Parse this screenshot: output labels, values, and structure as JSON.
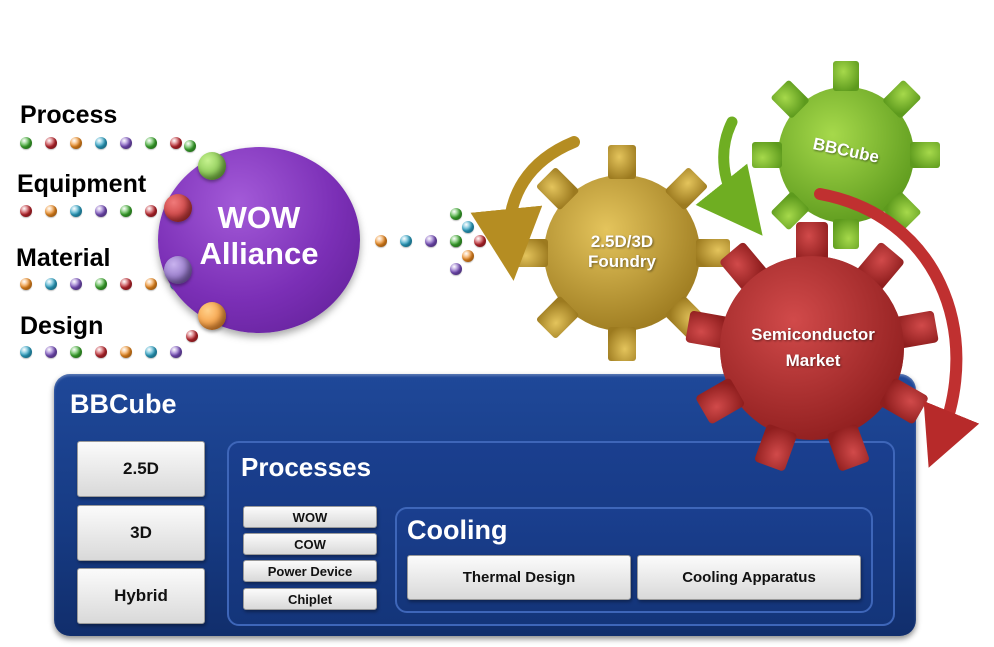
{
  "inputs": [
    {
      "label": "Process"
    },
    {
      "label": "Equipment"
    },
    {
      "label": "Material"
    },
    {
      "label": "Design"
    }
  ],
  "alliance": {
    "line1": "WOW",
    "line2": "Alliance"
  },
  "gears": {
    "foundry": {
      "line1": "2.5D/3D",
      "line2": "Foundry",
      "color": "#c2a03a"
    },
    "bbcube": {
      "label": "BBCube",
      "color": "#7ab52a"
    },
    "market": {
      "line1": "Semiconductor",
      "line2": "Market",
      "color": "#b82e2e"
    }
  },
  "panel": {
    "title": "BBCube",
    "types": [
      "2.5D",
      "3D",
      "Hybrid"
    ],
    "processes": {
      "title": "Processes",
      "items": [
        "WOW",
        "COW",
        "Power Device",
        "Chiplet"
      ],
      "cooling": {
        "title": "Cooling",
        "items": [
          "Thermal Design",
          "Cooling Apparatus"
        ]
      }
    }
  },
  "colors": {
    "panel": "#163a82",
    "alliance": "#7b2fb6",
    "dot_palette": [
      "#3cae2e",
      "#c2262e",
      "#f28c1e",
      "#2aa5c9",
      "#7a4fc1"
    ]
  }
}
